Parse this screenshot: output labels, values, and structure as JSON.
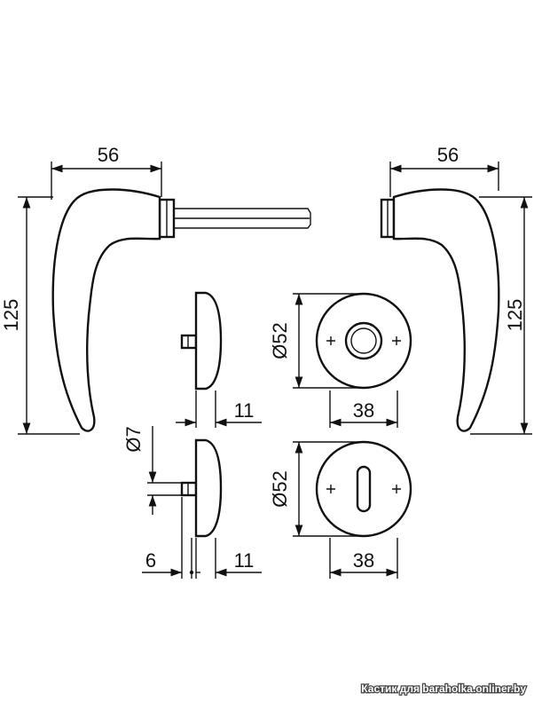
{
  "dimensions": {
    "lever_left_width": "56",
    "lever_right_width": "56",
    "lever_left_height": "125",
    "lever_right_height": "125",
    "rose_diameter": "Ø52",
    "rose_width": "38",
    "rose_depth": "11",
    "escutcheon_diameter": "Ø52",
    "escutcheon_width": "38",
    "escutcheon_depth": "11",
    "spindle_diameter": "Ø7",
    "spindle_offset": "6"
  },
  "watermark": "Кастик для baraholka.onliner.by",
  "colors": {
    "line": "#111111",
    "background": "#ffffff"
  }
}
